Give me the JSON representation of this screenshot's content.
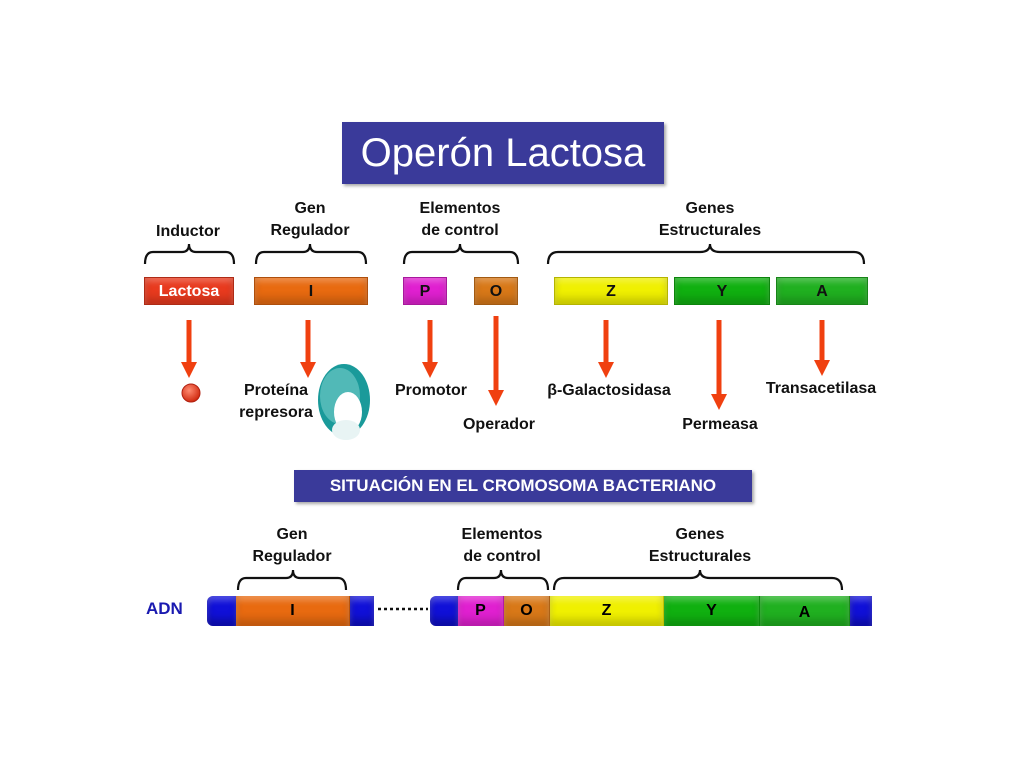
{
  "title": "Operón Lactosa",
  "top": {
    "group_labels": {
      "inductor": "Inductor",
      "gen_regulador": "Gen\nRegulador",
      "elementos_control": "Elementos\nde control",
      "genes_estructurales": "Genes\nEstructurales"
    },
    "bars": {
      "lactosa": "Lactosa",
      "i": "I",
      "p": "P",
      "o": "O",
      "z": "Z",
      "y": "Y",
      "a": "A"
    },
    "products": {
      "proteina_represora": "Proteína\nrepresora",
      "promotor": "Promotor",
      "operador": "Operador",
      "b_galactosidasa": "β-Galactosidasa",
      "permeasa": "Permeasa",
      "transacetilasa": "Transacetilasa"
    }
  },
  "subtitle": "SITUACIÓN EN EL CROMOSOMA BACTERIANO",
  "bottom": {
    "adn_label": "ADN",
    "group_labels": {
      "gen_regulador": "Gen\nRegulador",
      "elementos_control": "Elementos\nde control",
      "genes_estructurales": "Genes\nEstructurales"
    },
    "segments": {
      "i": "I",
      "p": "P",
      "o": "O",
      "z": "Z",
      "y": "Y",
      "a": "A"
    }
  },
  "colors": {
    "title_bg": "#3a3a9a",
    "lactosa": "#e83a1e",
    "gene_i": "#e86a10",
    "promoter": "#e020d0",
    "operator": "#d87818",
    "gene_z": "#f0f000",
    "gene_y": "#10b010",
    "gene_a": "#20b020",
    "arrow": "#f04010",
    "dna_end": "#1010d8",
    "repressor": "#1a9a9a"
  }
}
